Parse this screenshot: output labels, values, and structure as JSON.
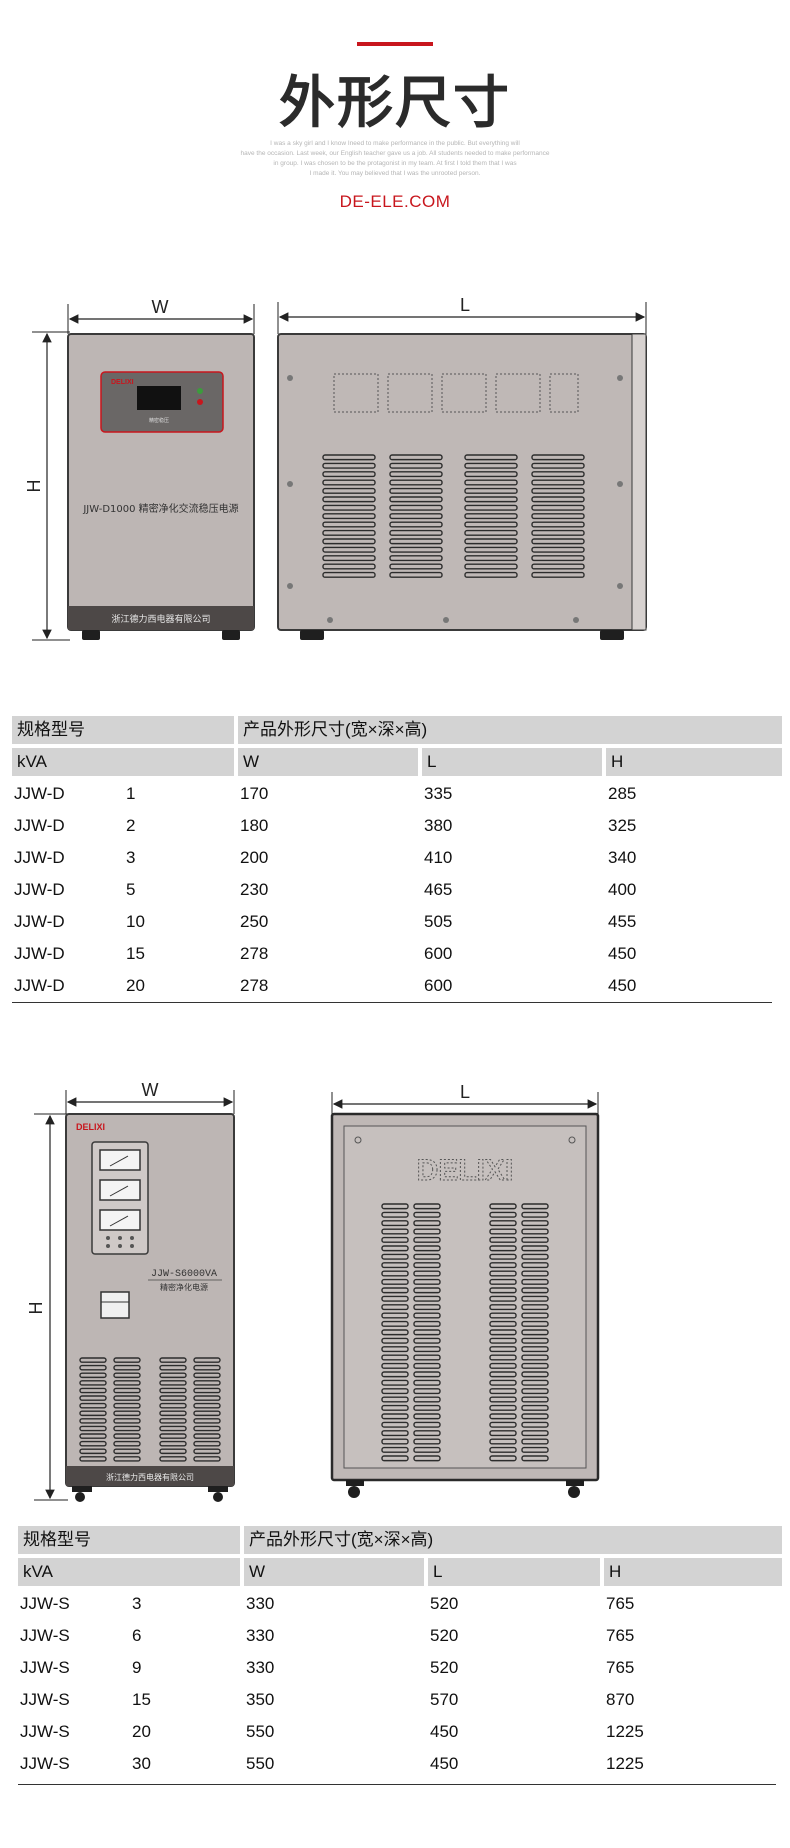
{
  "header": {
    "title": "外形尺寸",
    "tagline": [
      "I was a sky girl and I know Ineed to make performance in the public. But everything will",
      "have the occasion. Last week, our English teacher gave us a job. All students needed to make performance",
      "in group. I was chosen to be the protagonist in my team. At first I told them that I was",
      "I made it. You may believed that I was the unrooted person."
    ],
    "website": "DE-ELE.COM",
    "accent_color": "#c8161d"
  },
  "figure1": {
    "dim_w": "W",
    "dim_l": "L",
    "dim_h": "H",
    "brand": "DELIXI",
    "model_line": "JJW-D1000 精密净化交流稳压电源",
    "company": "浙江德力西电器有限公司",
    "panel_caption": "精密稳压"
  },
  "figure2": {
    "dim_w": "W",
    "dim_l": "L",
    "dim_h": "H",
    "brand": "DELIXI",
    "model_line": "JJW-S6000VA",
    "model_sub": "精密净化电源",
    "company": "浙江德力西电器有限公司",
    "rear_logo": "DELIXI"
  },
  "table1": {
    "header_model": "规格型号",
    "header_dims": "产品外形尺寸(宽×深×高)",
    "col_kva": "kVA",
    "col_w": "W",
    "col_l": "L",
    "col_h": "H",
    "rows": [
      {
        "series": "JJW-D",
        "kva": "1",
        "w": "170",
        "l": "335",
        "h": "285"
      },
      {
        "series": "JJW-D",
        "kva": "2",
        "w": "180",
        "l": "380",
        "h": "325"
      },
      {
        "series": "JJW-D",
        "kva": "3",
        "w": "200",
        "l": "410",
        "h": "340"
      },
      {
        "series": "JJW-D",
        "kva": "5",
        "w": "230",
        "l": "465",
        "h": "400"
      },
      {
        "series": "JJW-D",
        "kva": "10",
        "w": "250",
        "l": "505",
        "h": "455"
      },
      {
        "series": "JJW-D",
        "kva": "15",
        "w": "278",
        "l": "600",
        "h": "450"
      },
      {
        "series": "JJW-D",
        "kva": "20",
        "w": "278",
        "l": "600",
        "h": "450"
      }
    ]
  },
  "table2": {
    "header_model": "规格型号",
    "header_dims": "产品外形尺寸(宽×深×高)",
    "col_kva": "kVA",
    "col_w": "W",
    "col_l": "L",
    "col_h": "H",
    "rows": [
      {
        "series": "JJW-S",
        "kva": "3",
        "w": "330",
        "l": "520",
        "h": "765"
      },
      {
        "series": "JJW-S",
        "kva": "6",
        "w": "330",
        "l": "520",
        "h": "765"
      },
      {
        "series": "JJW-S",
        "kva": "9",
        "w": "330",
        "l": "520",
        "h": "765"
      },
      {
        "series": "JJW-S",
        "kva": "15",
        "w": "350",
        "l": "570",
        "h": "870"
      },
      {
        "series": "JJW-S",
        "kva": "20",
        "w": "550",
        "l": "450",
        "h": "1225"
      },
      {
        "series": "JJW-S",
        "kva": "30",
        "w": "550",
        "l": "450",
        "h": "1225"
      }
    ]
  }
}
